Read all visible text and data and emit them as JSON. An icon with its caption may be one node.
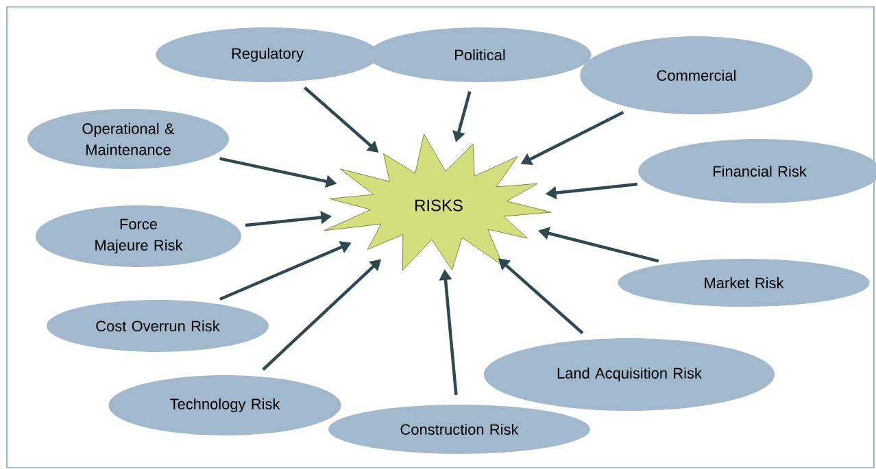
{
  "diagram": {
    "nodes": [
      {
        "text": [
          "RISKS"
        ]
      },
      {
        "text": [
          "Regulatory"
        ]
      },
      {
        "text": [
          "Political"
        ]
      },
      {
        "text": [
          "Commercial"
        ]
      },
      {
        "text": [
          "Operational & Maintenance"
        ]
      },
      {
        "text": [
          "Financial Risk"
        ]
      },
      {
        "text": [
          "Force Majeure Risk"
        ]
      },
      {
        "text": [
          "Market Risk"
        ]
      },
      {
        "text": [
          "Cost Overrun Risk"
        ]
      },
      {
        "text": [
          "Land Acquisition Risk"
        ]
      },
      {
        "text": [
          "Technology Risk"
        ]
      },
      {
        "text": [
          "Construction Risk"
        ]
      }
    ],
    "edges": [
      {
        "from": 1,
        "to": 0,
        "arrow": "to"
      },
      {
        "from": 2,
        "to": 0,
        "arrow": "to"
      },
      {
        "from": 3,
        "to": 0,
        "arrow": "to"
      },
      {
        "from": 4,
        "to": 0,
        "arrow": "to"
      },
      {
        "from": 5,
        "to": 0,
        "arrow": "to"
      },
      {
        "from": 6,
        "to": 0,
        "arrow": "to"
      },
      {
        "from": 7,
        "to": 0,
        "arrow": "to"
      },
      {
        "from": 8,
        "to": 0,
        "arrow": "to"
      },
      {
        "from": 9,
        "to": 0,
        "arrow": "to"
      },
      {
        "from": 10,
        "to": 0,
        "arrow": "to"
      },
      {
        "from": 11,
        "to": 0,
        "arrow": "to"
      }
    ]
  }
}
